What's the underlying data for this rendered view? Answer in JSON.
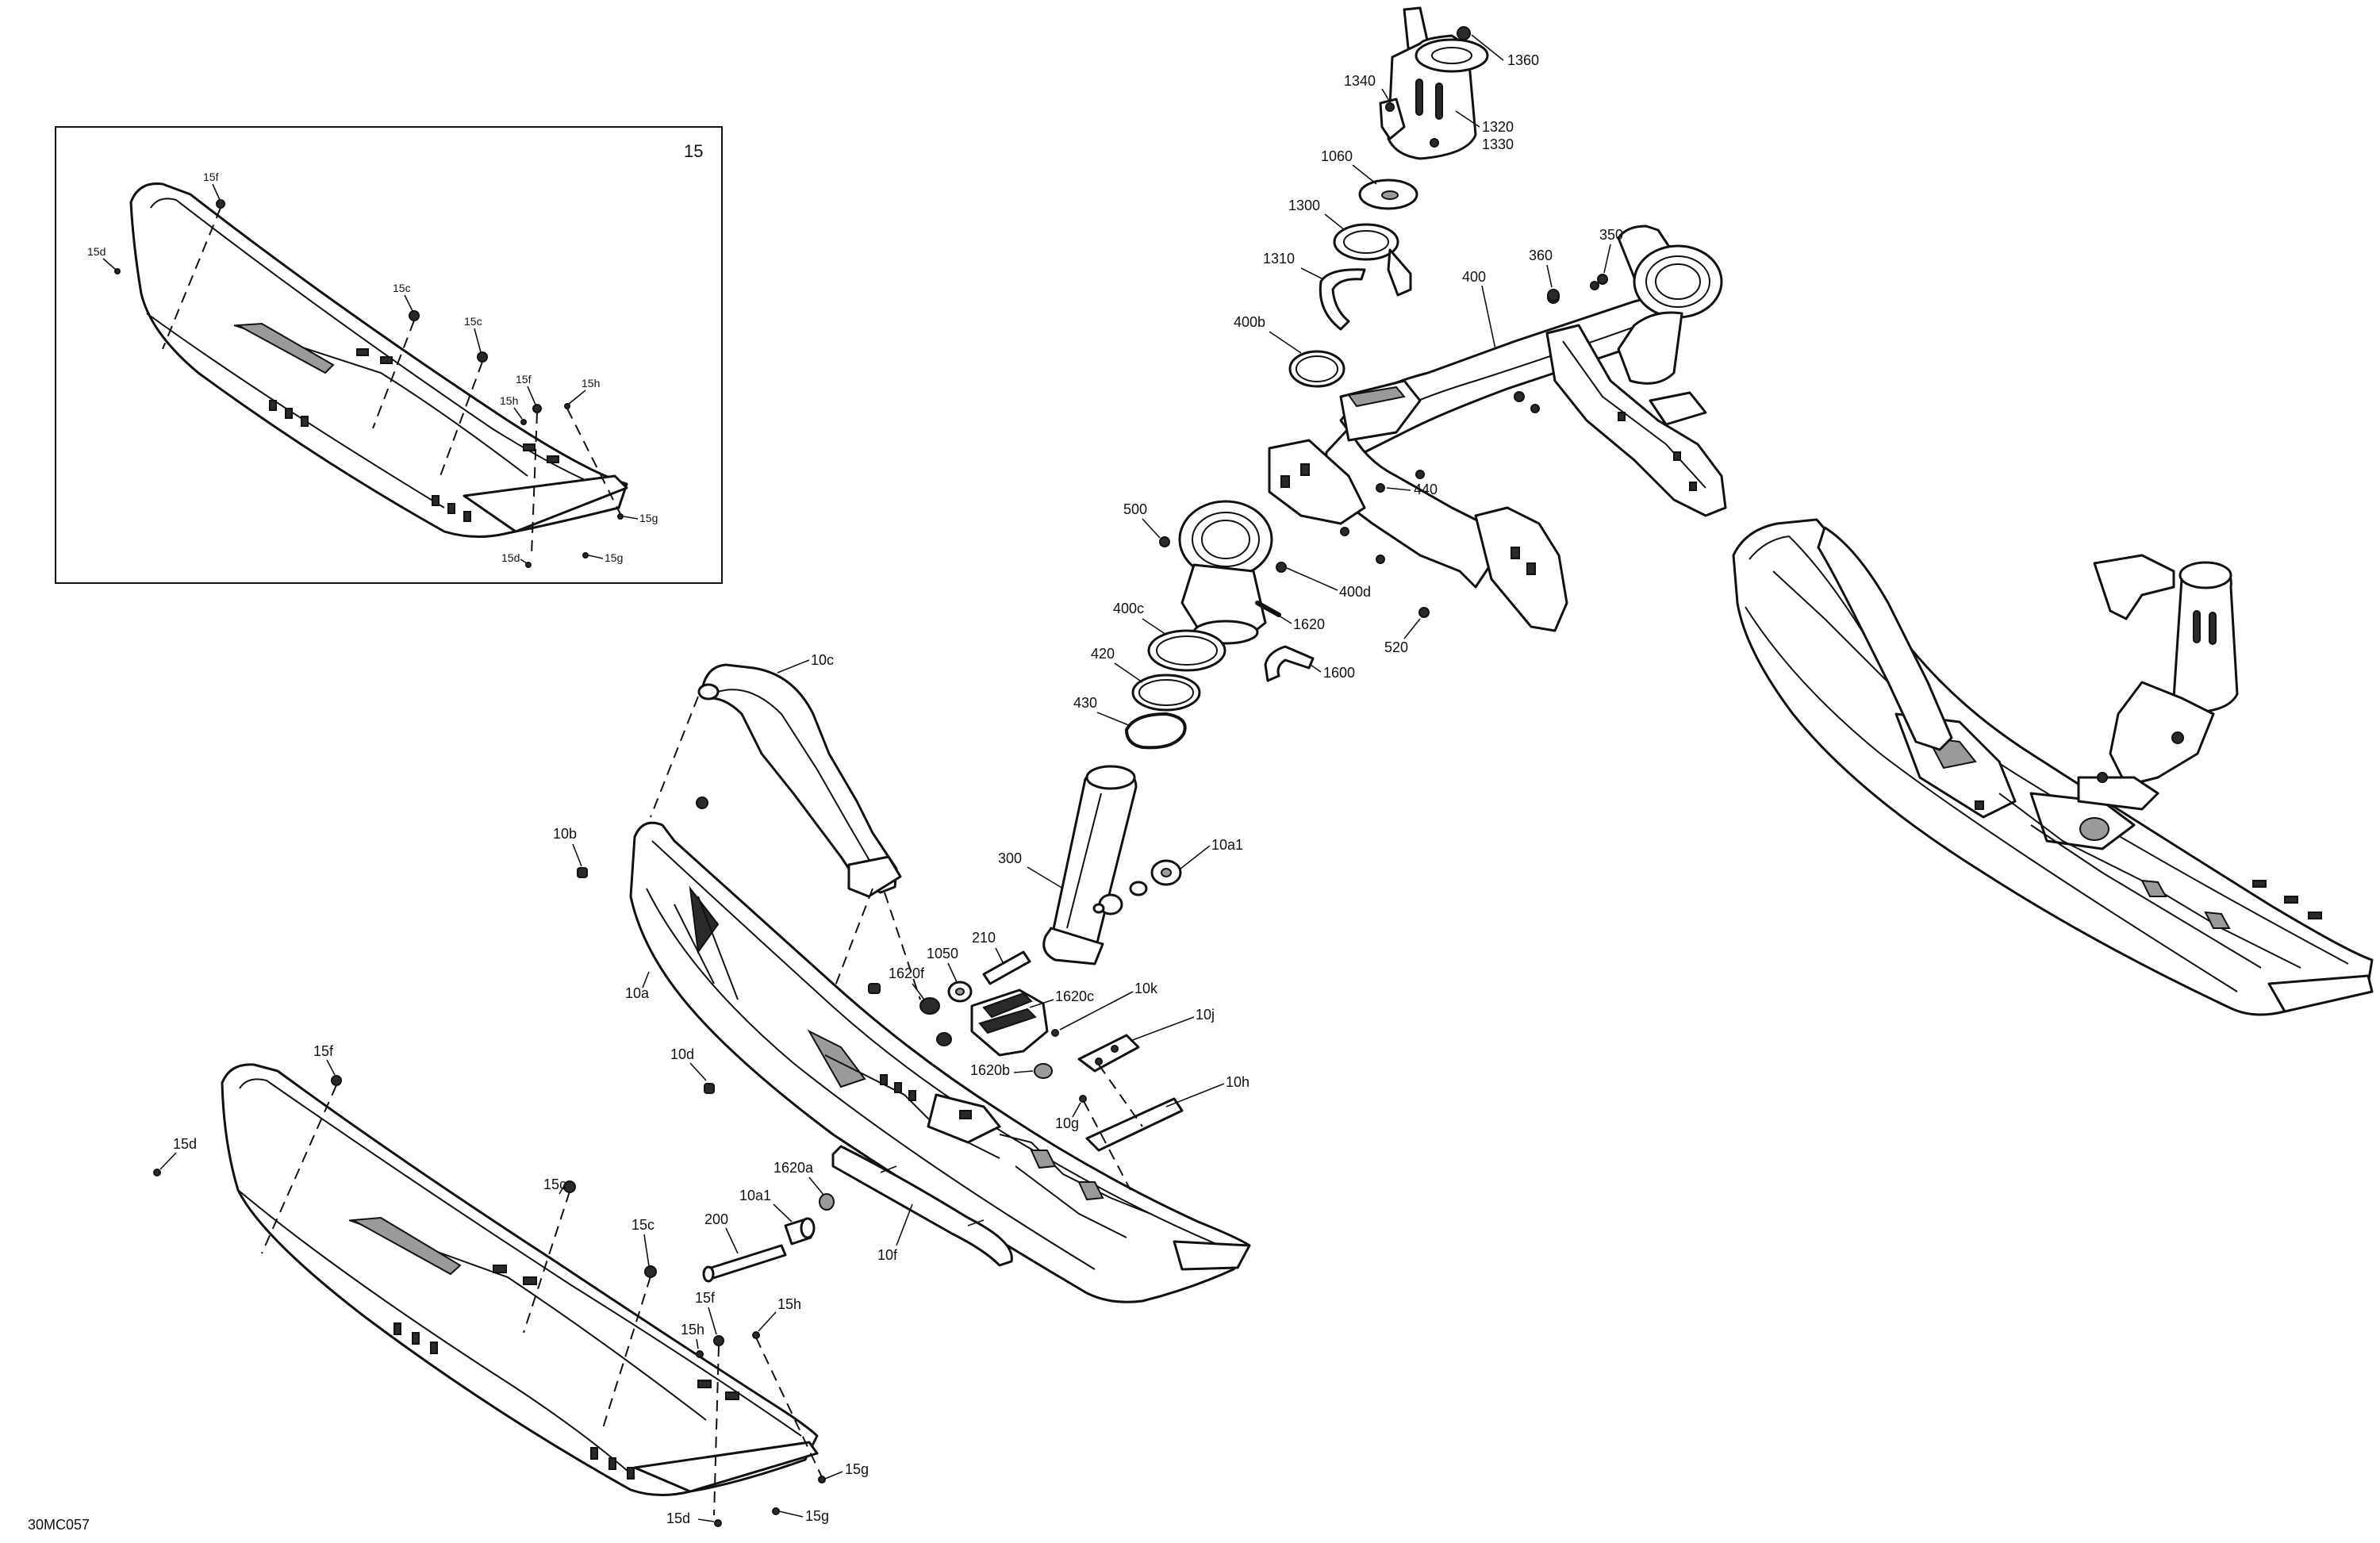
{
  "drawing_code": "30MC057",
  "inset": {
    "label": "15",
    "callouts": [
      "15f",
      "15d",
      "15c",
      "15c",
      "15f",
      "15h",
      "15h",
      "15g",
      "15d",
      "15g"
    ]
  },
  "callouts": {
    "c1360": "1360",
    "c1340": "1340",
    "c1320": "1320",
    "c1330": "1330",
    "c1060": "1060",
    "c1300": "1300",
    "c1310": "1310",
    "c400b": "400b",
    "c360": "360",
    "c350": "350",
    "c400": "400",
    "c440": "440",
    "c500": "500",
    "c400d": "400d",
    "c1620": "1620",
    "c520": "520",
    "c400c": "400c",
    "c1600": "1600",
    "c420": "420",
    "c430": "430",
    "c10c": "10c",
    "c10b": "10b",
    "c10a1_top": "10a1",
    "c300": "300",
    "c210": "210",
    "c1050": "1050",
    "c1620f": "1620f",
    "c10a": "10a",
    "c1620c": "1620c",
    "c10k": "10k",
    "c10j": "10j",
    "c10d": "10d",
    "c1620b": "1620b",
    "c10h": "10h",
    "c10g": "10g",
    "c15f_a": "15f",
    "c15d_a": "15d",
    "c1620a": "1620a",
    "c10a1_low": "10a1",
    "c200": "200",
    "c15c_a": "15c",
    "c15c_b": "15c",
    "c10f": "10f",
    "c15f_b": "15f",
    "c15h_a": "15h",
    "c15h_b": "15h",
    "c15g_a": "15g",
    "c15d_b": "15d",
    "c15g_b": "15g"
  }
}
